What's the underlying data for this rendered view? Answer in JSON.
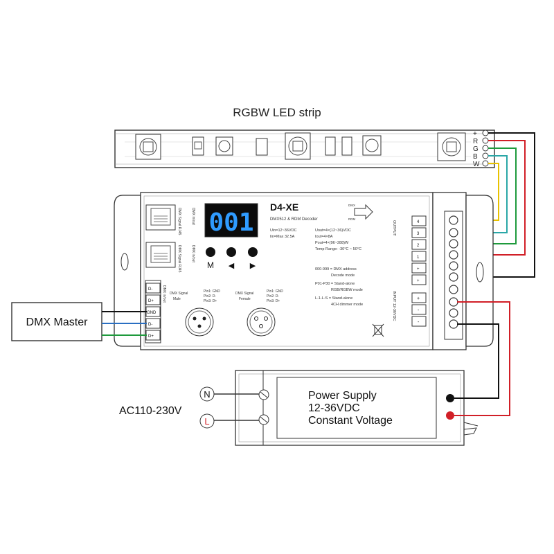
{
  "strip": {
    "title": "RGBW LED strip",
    "pins": [
      "+",
      "R",
      "G",
      "B",
      "W"
    ]
  },
  "decoder": {
    "display_value": "001",
    "model": "D4-XE",
    "subtitle": "DMX512 & RDM Decoder",
    "dmx_logo_top": "DMX",
    "dmx_logo_bottom": "RDM",
    "specs_left": [
      "Uin=12~36VDC",
      "Iin=Max 32.5A"
    ],
    "specs_right": [
      "Uout=4×(12~36)VDC",
      "Iout=4×8A",
      "Pout=4×(96~288)W",
      "Temp Range: -30°C ~ 50°C"
    ],
    "rj45_labels": [
      "DMX Signal RJ45",
      "DMX in/out"
    ],
    "buttons": [
      "M",
      "◀",
      "▶"
    ],
    "modes": [
      "000-999 = DMX address",
      "Decode mode",
      "P01-P30 = Stand-alone",
      "RGB/RGBW mode",
      "L-1-L-S = Stand-alone",
      "4CH dimmer mode"
    ],
    "xlr_male": [
      "DMX Signal",
      "Male"
    ],
    "xlr_female": [
      "DMX Signal",
      "Female"
    ],
    "xlr_pins": [
      "Pin1: GND",
      "Pin2: D-",
      "Pin3: D+"
    ],
    "dmx_inout_label": "DMX in/out",
    "terminals_left": [
      "D-",
      "D+",
      "GND",
      "D-",
      "D+"
    ],
    "output_label": "OUTPUT",
    "output_terminals": [
      "4",
      "3",
      "2",
      "1",
      "+",
      "+"
    ],
    "input_label": "INPUT 12-36VDC",
    "input_terminals": [
      "+",
      "-",
      "-"
    ]
  },
  "dmx_master": {
    "label": "DMX Master"
  },
  "power_supply": {
    "lines": [
      "Power Supply",
      "12-36VDC",
      "Constant Voltage"
    ]
  },
  "mains": {
    "label": "AC110-230V",
    "n": "N",
    "l": "L"
  },
  "colors": {
    "wire_yellow": "#e8c200",
    "wire_red": "#d11f27",
    "wire_green": "#1e9a3c",
    "wire_blue": "#2a6fc2",
    "wire_teal": "#2aa7a7",
    "wire_black": "#111111",
    "display_bg": "#0b0b0b",
    "display_digits": "#2f9bff"
  }
}
